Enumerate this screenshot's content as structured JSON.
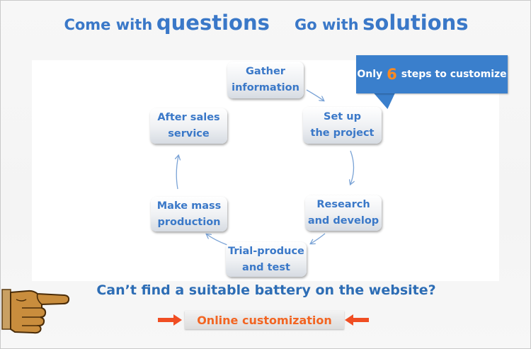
{
  "headline": {
    "part1_small": "Come with",
    "part1_large": "questions",
    "part2_small": "Go with",
    "part2_large": "solutions"
  },
  "callout": {
    "prefix": "Only",
    "number": "6",
    "suffix": "steps to customize"
  },
  "steps": [
    {
      "id": "gather",
      "label": "Gather\ninformation"
    },
    {
      "id": "setup",
      "label": "Set up\nthe project"
    },
    {
      "id": "research",
      "label": "Research\nand develop"
    },
    {
      "id": "trial",
      "label": "Trial-produce\nand test"
    },
    {
      "id": "mass",
      "label": "Make mass\nproduction"
    },
    {
      "id": "aftersales",
      "label": "After sales\nservice"
    }
  ],
  "question": "Can’t find a suitable battery on the website?",
  "cta": "Online customization",
  "colors": {
    "title_blue": "#3a78c8",
    "callout_bg": "#3a7fcc",
    "accent_orange": "#f26522"
  },
  "icons": [
    "pointing-hand-icon",
    "right-arrow-icon",
    "left-arrow-icon"
  ]
}
